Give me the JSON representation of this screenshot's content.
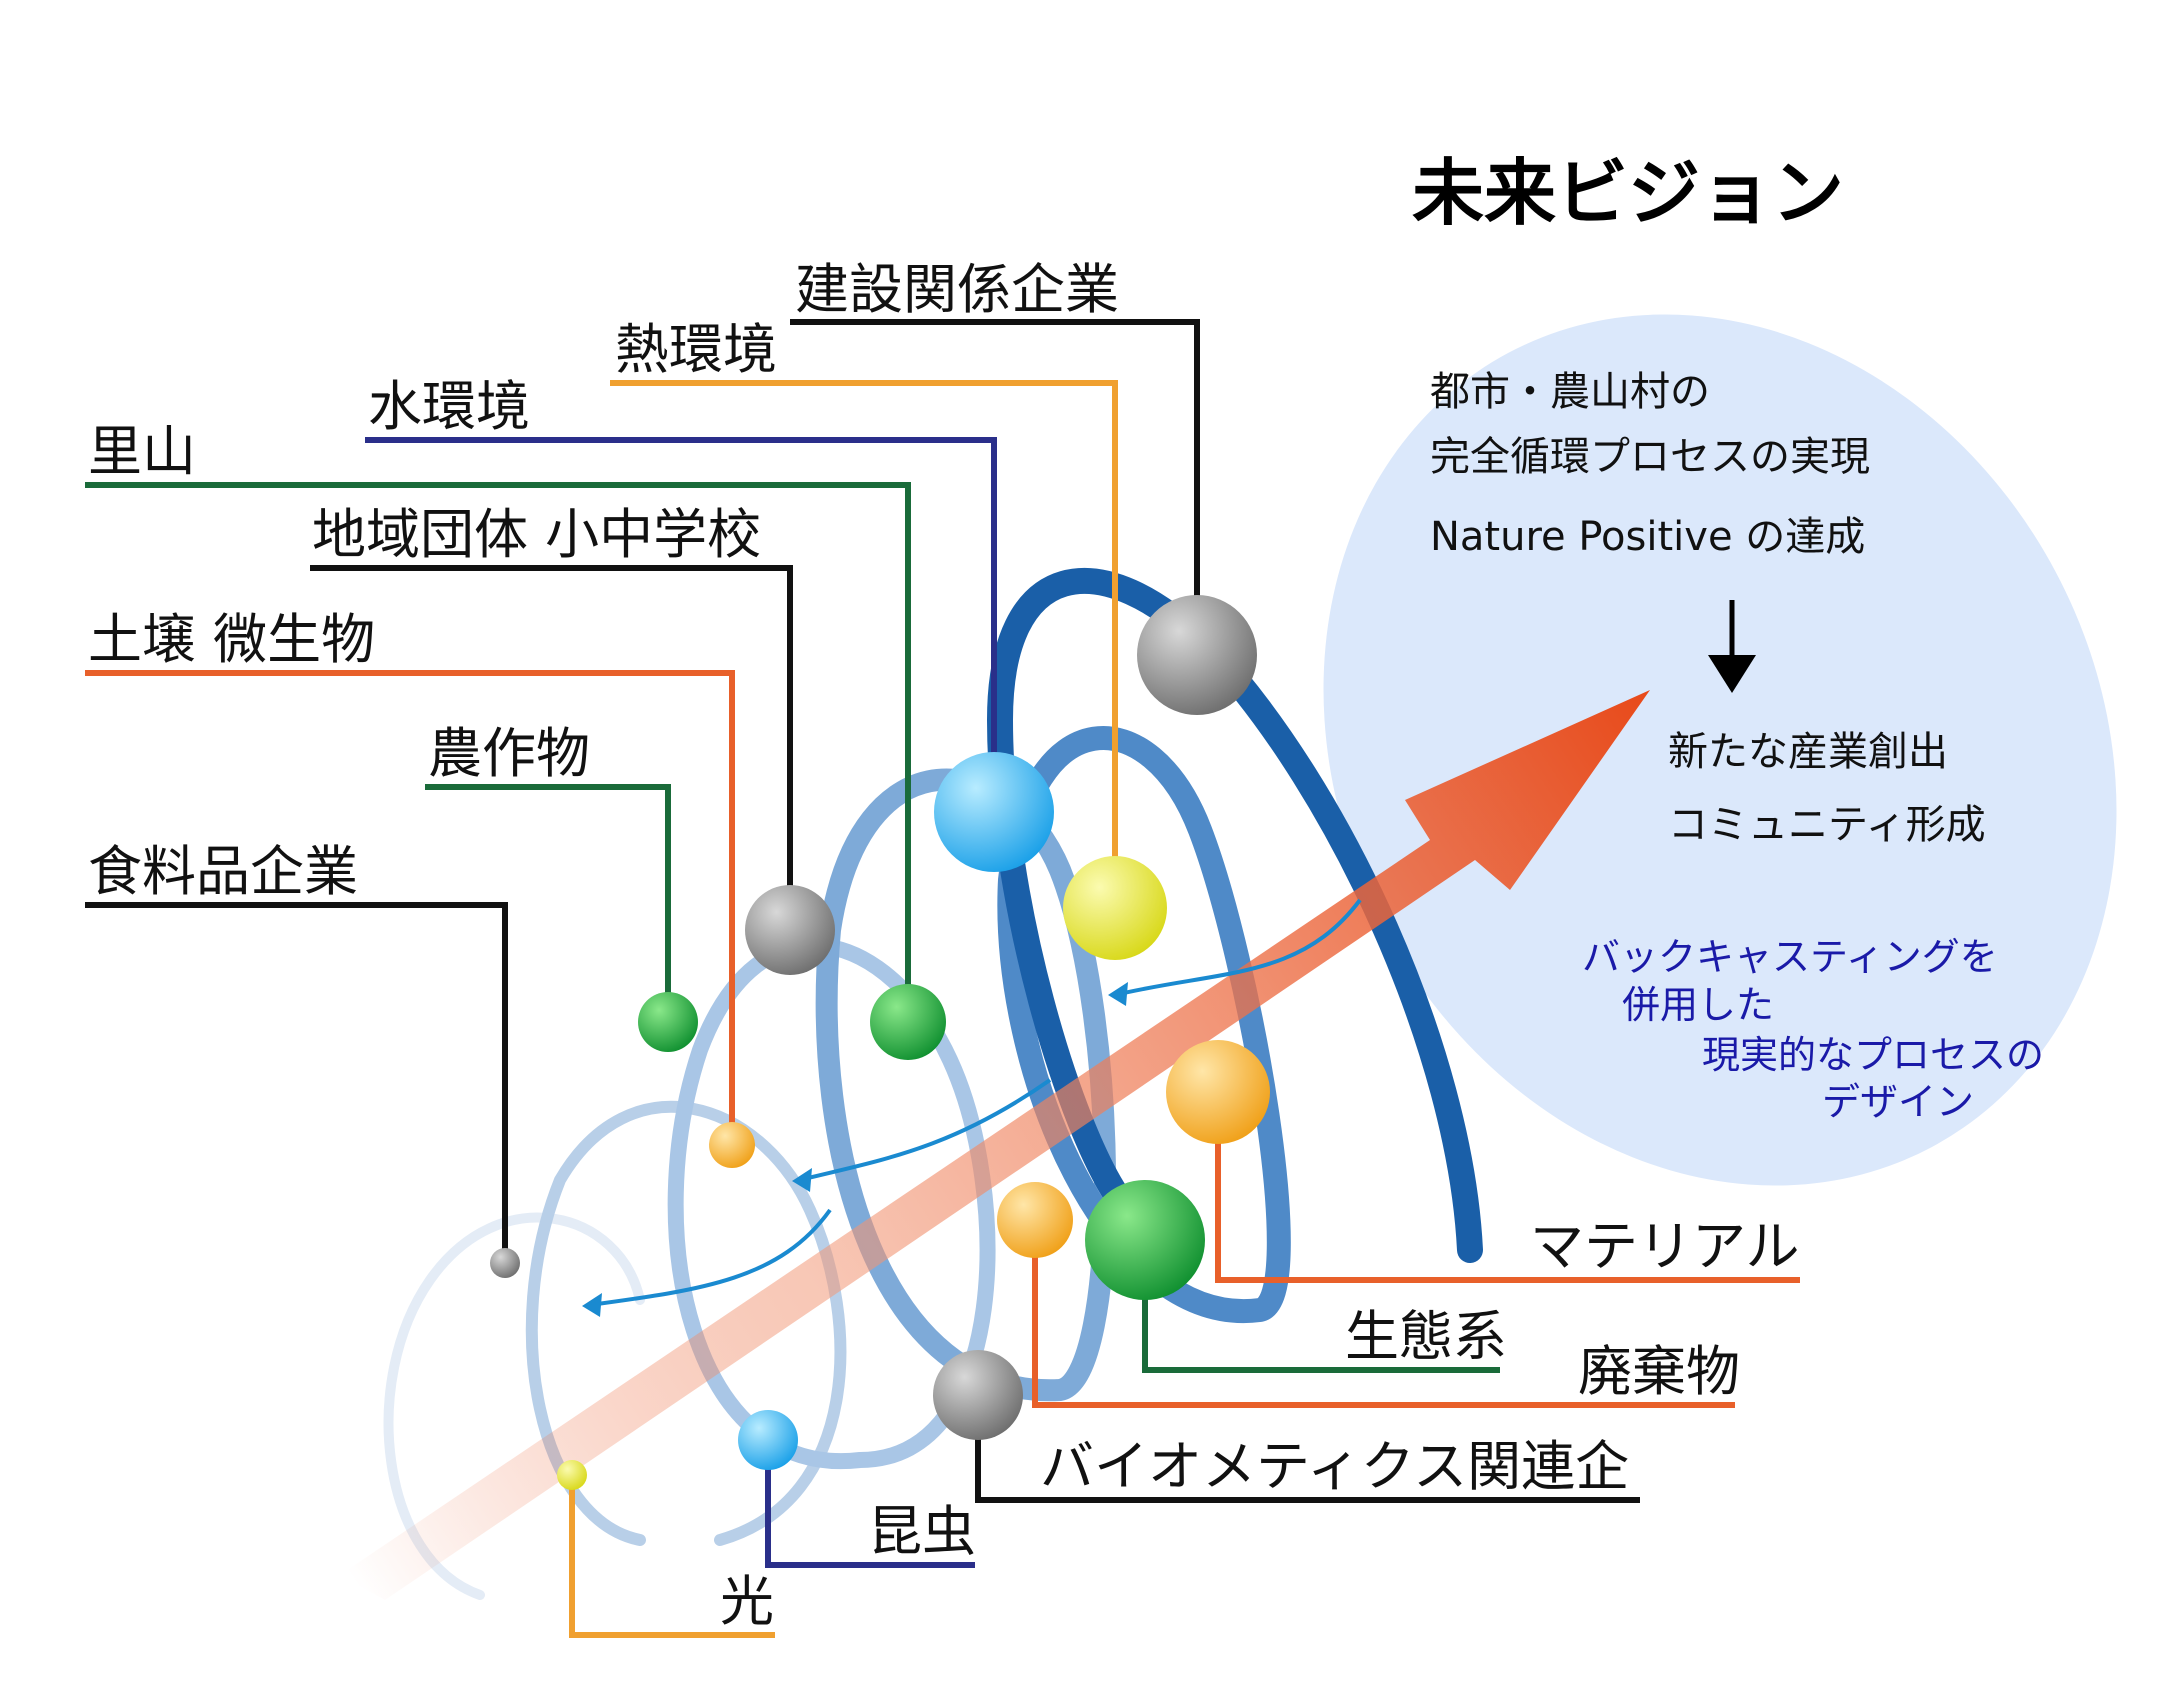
{
  "title": "未来ビジョン",
  "vision": {
    "lines": [
      "都市・農山村の",
      "完全循環プロセスの実現",
      "Nature Positive の達成"
    ],
    "results": [
      "新たな産業創出",
      "コミュニティ形成"
    ],
    "backcasting": [
      "バックキャスティングを",
      "併用した",
      "現実的なプロセスの",
      "デザイン"
    ]
  },
  "labels": {
    "construction": "建設関係企業",
    "heat": "熱環境",
    "water": "水環境",
    "satoyama": "里山",
    "community": "地域団体 小中学校",
    "soil": "土壌 微生物",
    "crops": "農作物",
    "food": "食料品企業",
    "material": "マテリアル",
    "ecosystem": "生態系",
    "waste": "廃棄物",
    "biomimetics": "バイオメティクス関連企",
    "insects": "昆虫",
    "light": "光"
  },
  "colors": {
    "black": "#111111",
    "orange": "#f0a030",
    "navy": "#2a2f8a",
    "green": "#1a6b3a",
    "red_orange": "#e8602a",
    "arrow": "#ea5a2a",
    "ellipse": "#dbe8fb",
    "backcast_text": "#1a1aa8",
    "helix": "#1a5fa8"
  }
}
